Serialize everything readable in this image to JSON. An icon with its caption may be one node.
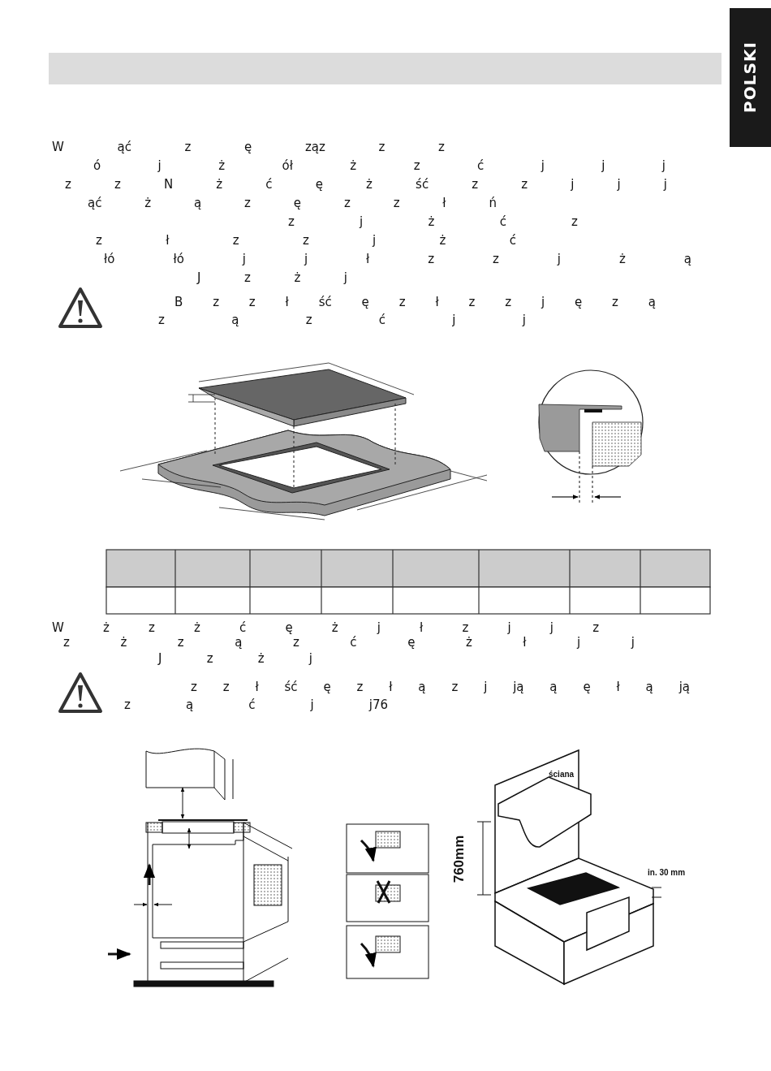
{
  "diagram": {
    "labels": [
      "POLSKI",
      "W ąć z ę ząz z z",
      "ó j ż ół ż z ć j j j",
      "z z N ż ć ę ż ść z z j j j",
      "ąć ż ą z ę z z ł ń",
      "z j ż ć z",
      "z ł z z j ż ć",
      "łó łó j j ł z z j ż ą",
      "J z ż j",
      "B z z ł ść ę z ł z z j ę z ą",
      "z ą z ć j j",
      "W ż z ż ć ę ż j ł z j j z",
      "z ż z ą z ć ę ż ł j j",
      "J z ż j",
      "z z ł ść ę z ł ą z j ją ą ę ł ą ją",
      "z ą ć j j76",
      "ściana",
      "in. 30 mm",
      "760mm"
    ]
  }
}
